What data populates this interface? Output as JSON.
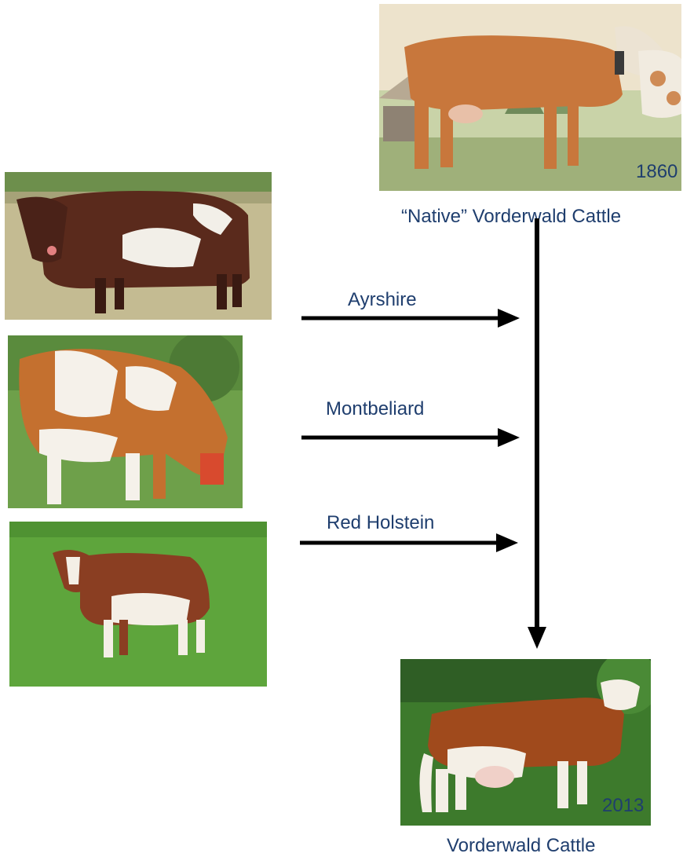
{
  "original": {
    "caption": "“Native” Vorderwald Cattle",
    "year": "1860"
  },
  "result": {
    "caption": "Vorderwald Cattle",
    "year": "2013"
  },
  "crosses": [
    {
      "breed": "Ayrshire"
    },
    {
      "breed": "Montbeliard"
    },
    {
      "breed": "Red Holstein"
    }
  ],
  "colors": {
    "text": "#1f3e6e",
    "arrow": "#000000",
    "grass": "#6aa84f",
    "cow_brown": "#8b4513"
  }
}
